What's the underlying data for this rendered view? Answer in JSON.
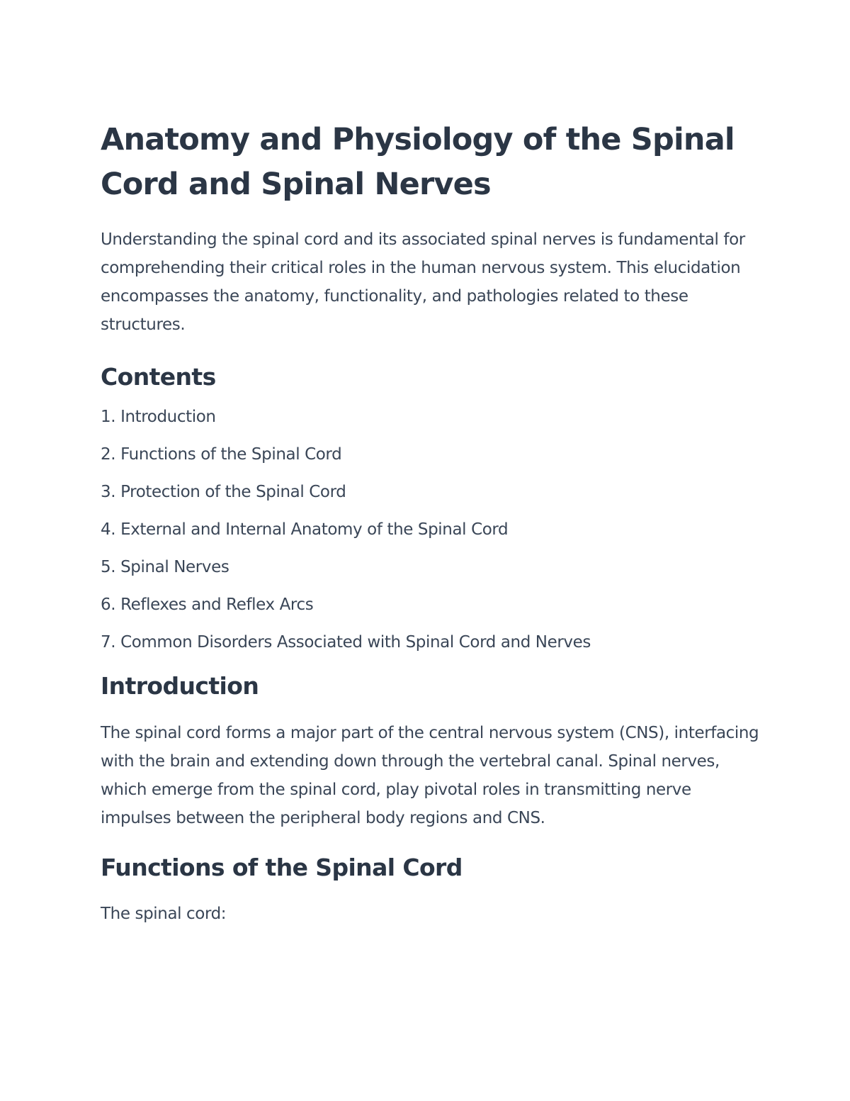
{
  "title": "Anatomy and Physiology of the Spinal Cord and Spinal Nerves",
  "intro": "Understanding the spinal cord and its associated spinal nerves is fundamental for comprehending their critical roles in the human nervous system. This elucidation encompasses the anatomy, functionality, and pathologies related to these structures.",
  "contents": {
    "heading": "Contents",
    "items": [
      {
        "num": "1.",
        "label": "Introduction"
      },
      {
        "num": "2.",
        "label": "Functions of the Spinal Cord"
      },
      {
        "num": "3.",
        "label": "Protection of the Spinal Cord"
      },
      {
        "num": "4.",
        "label": "External and Internal Anatomy of the Spinal Cord"
      },
      {
        "num": "5.",
        "label": "Spinal Nerves"
      },
      {
        "num": "6.",
        "label": "Reflexes and Reflex Arcs"
      },
      {
        "num": "7.",
        "label": "Common Disorders Associated with Spinal Cord and Nerves"
      }
    ]
  },
  "introduction": {
    "heading": "Introduction",
    "text": "The spinal cord forms a major part of the central nervous system (CNS), interfacing with the brain and extending down through the vertebral canal. Spinal nerves, which emerge from the spinal cord, play pivotal roles in transmitting nerve impulses between the peripheral body regions and CNS."
  },
  "functions": {
    "heading": "Functions of the Spinal Cord",
    "text": "The spinal cord:"
  },
  "colors": {
    "text": "#2b3645",
    "background": "#ffffff"
  }
}
